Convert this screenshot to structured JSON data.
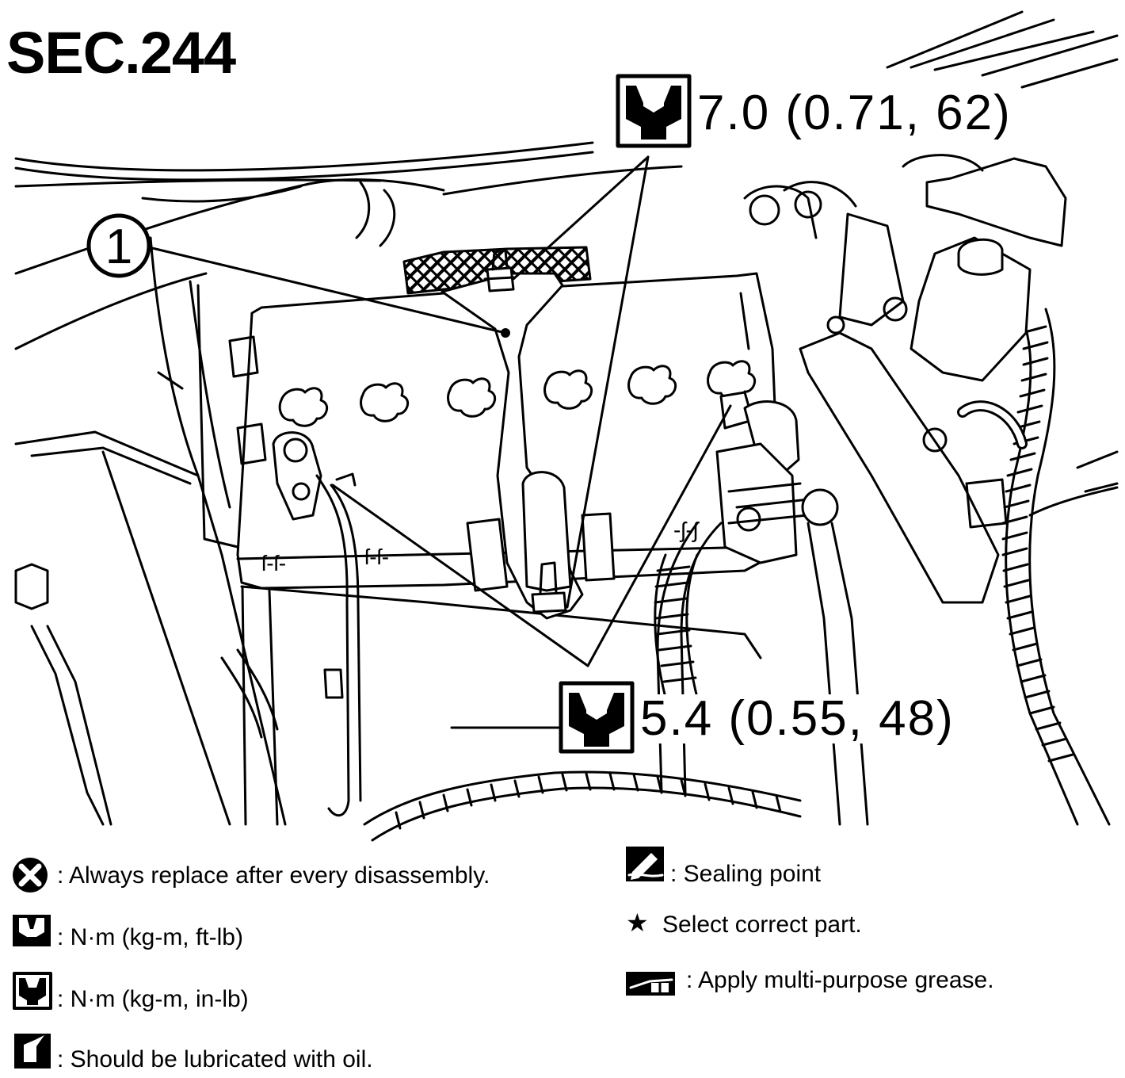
{
  "section_title": "SEC.244",
  "part_callout": "1",
  "torque_callouts": [
    {
      "value": "7.0 (0.71, 62)",
      "icon": "wrench-icon-in-lb"
    },
    {
      "value": "5.4 (0.55, 48)",
      "icon": "wrench-icon-in-lb"
    }
  ],
  "legend": {
    "replace": ": Always replace after every disassembly.",
    "torque_ft_lb": ": N·m (kg-m, ft-lb)",
    "torque_in_lb": ": N·m (kg-m, in-lb)",
    "lubricate_oil": ": Should be lubricated with oil.",
    "sealing_point": ": Sealing point",
    "select_part": "Select correct part.",
    "star_symbol": "★",
    "grease": ": Apply multi-purpose grease."
  }
}
